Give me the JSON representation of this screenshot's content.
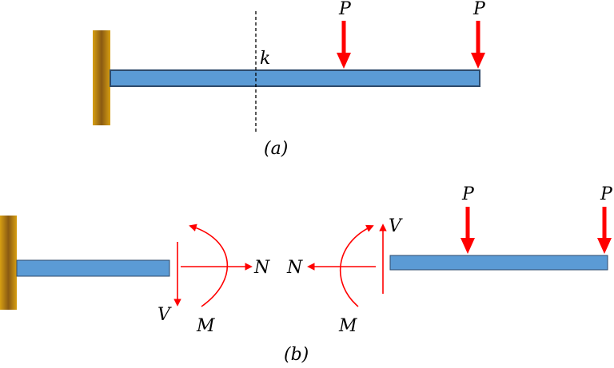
{
  "diagram": {
    "part_a": {
      "caption": "(a)",
      "section_label": "k",
      "load_labels": [
        "P",
        "P"
      ]
    },
    "part_b": {
      "caption": "(b)",
      "left_free_body": {
        "shear_label": "V",
        "moment_label": "M",
        "normal_label": "N"
      },
      "right_free_body": {
        "shear_label": "V",
        "moment_label": "M",
        "normal_label": "N",
        "load_labels": [
          "P",
          "P"
        ]
      }
    },
    "colors": {
      "beam_fill": "#5b9bd5",
      "beam_stroke": "#2e4a6b",
      "support": "#c8920f",
      "force": "#ff0000",
      "section_line": "#000000"
    }
  }
}
